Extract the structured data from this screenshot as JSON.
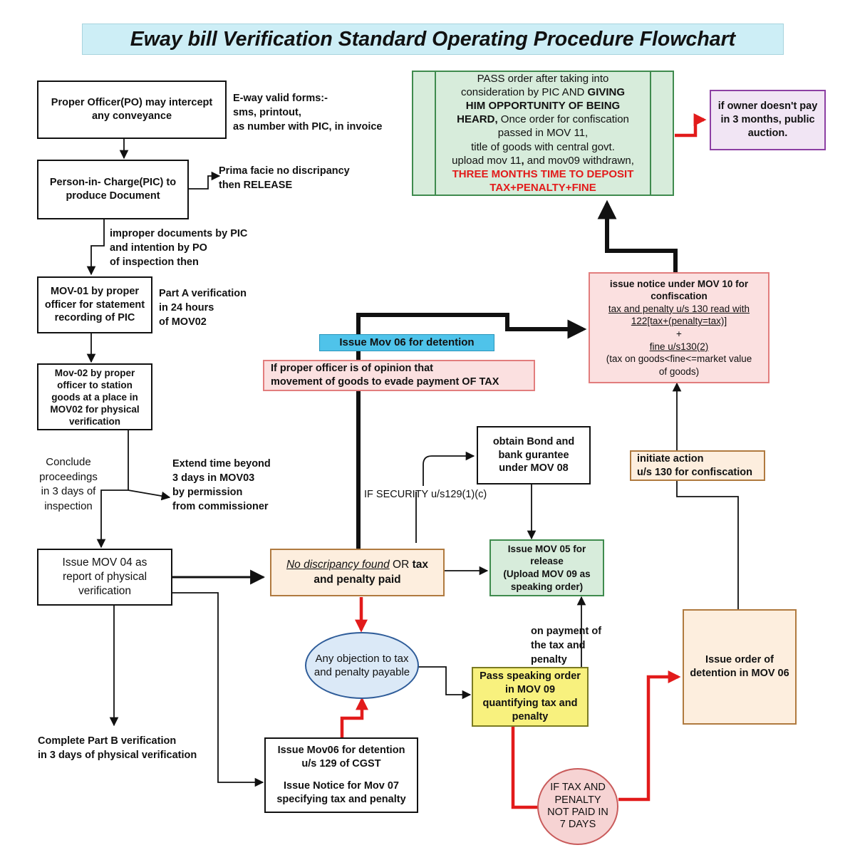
{
  "title": "Eway bill Verification Standard Operating Procedure Flowchart",
  "nodes": {
    "proper_officer": [
      "Proper Officer(PO) may intercept",
      "any conveyance"
    ],
    "pic_document": [
      "Person-in- Charge(PIC) to",
      "produce Document"
    ],
    "mov01": [
      "MOV-01 by proper",
      "officer for statement",
      "recording of PIC"
    ],
    "mov02": [
      "Mov-02 by proper",
      "officer to station",
      "goods at a place in",
      "MOV02 for physical",
      "verification"
    ],
    "mov04": [
      "Issue MOV 04 as",
      "report of physical",
      "verification"
    ],
    "no_discrepancy": {
      "italic": "No discripancy found",
      "mid": " OR ",
      "bold1": "tax",
      "bold2": "and penalty paid"
    },
    "objection": [
      "Any objection to tax",
      "and penalty payable"
    ],
    "mov06_detention": [
      "Issue Mov06 for detention",
      "u/s 129 of CGST",
      "",
      "Issue Notice for Mov 07",
      "specifying tax and penalty"
    ],
    "speaking_order": [
      "Pass speaking order",
      "in MOV 09",
      "quantifying tax and",
      "penalty"
    ],
    "not_paid": [
      "IF TAX AND",
      "PENALTY",
      "NOT PAID IN",
      "7 DAYS"
    ],
    "mov05": [
      "Issue MOV 05 for",
      "release",
      "(Upload MOV 09 as",
      "speaking order)"
    ],
    "bond": [
      "obtain Bond and",
      "bank gurantee",
      "under MOV 08"
    ],
    "order_detention": [
      "Issue order of",
      "detention in MOV 06"
    ],
    "initiate_action": [
      "initiate action",
      "u/s 130 for confiscation"
    ],
    "notice_mov10": {
      "bold": [
        "issue notice under MOV 10 for",
        "confiscation"
      ],
      "underlined": [
        "tax and penalty u/s 130 read with",
        "122[tax+(penalty=tax)]"
      ],
      "plus": "+",
      "fine": "fine u/s130(2)",
      "rest": [
        "(tax on goods<fine<=market value",
        "of goods)"
      ]
    },
    "pass_order": {
      "l1": "PASS order after taking into",
      "l2a": "consideration by PIC AND ",
      "l2b": "GIVING",
      "l3": "HIM OPPORTUNITY OF BEING",
      "l4a": "HEARD,",
      "l4b": " Once order for confiscation",
      "l5": "passed in MOV 11,",
      "l6": "title of goods with central govt.",
      "l7a": "upload mov 11",
      "l7b": ",",
      "l7c": " and mov09 withdrawn,",
      "red1": "THREE MONTHS TIME TO DEPOSIT",
      "red2": "TAX+PENALTY+FINE"
    },
    "auction": [
      "if owner doesn't pay",
      "in 3 months, public",
      "auction."
    ],
    "opinion": [
      "If proper officer is of opinion that",
      "movement of goods to evade payment OF TAX"
    ],
    "issue_mov06_tag": "Issue Mov 06 for detention"
  },
  "labels": {
    "eway_forms": [
      "E-way valid forms:-",
      "sms, printout,",
      "as number with PIC, in invoice"
    ],
    "prima_facie": [
      "Prima facie no discripancy",
      "then RELEASE"
    ],
    "improper_docs": [
      "improper documents by PIC",
      "and intention by PO",
      "of inspection then"
    ],
    "part_a": [
      "Part A verification",
      "in 24 hours",
      "of MOV02"
    ],
    "conclude": [
      "Conclude",
      "proceedings",
      "in 3 days of",
      "inspection"
    ],
    "extend_time": [
      "Extend time beyond",
      "3 days in MOV03",
      "by permission",
      "from commissioner"
    ],
    "part_b": [
      "Complete Part B verification",
      "in 3 days of physical verification"
    ],
    "if_security": "IF SECURITY u/s129(1)(c)",
    "on_payment": [
      "on payment of",
      "the tax and",
      "penalty"
    ]
  },
  "colors": {
    "black_arrow": "#111111",
    "red_arrow": "#e21b1b",
    "title_bg": "#cdeef6",
    "green_box": "#d7ecdb",
    "pink_box": "#fbe0e0",
    "orange_box": "#fdeede",
    "purple_box": "#f1e5f4",
    "yellow_box": "#f8f17e",
    "blue_oval": "#dbe9f7",
    "tag_blue": "#4fc3ea"
  }
}
